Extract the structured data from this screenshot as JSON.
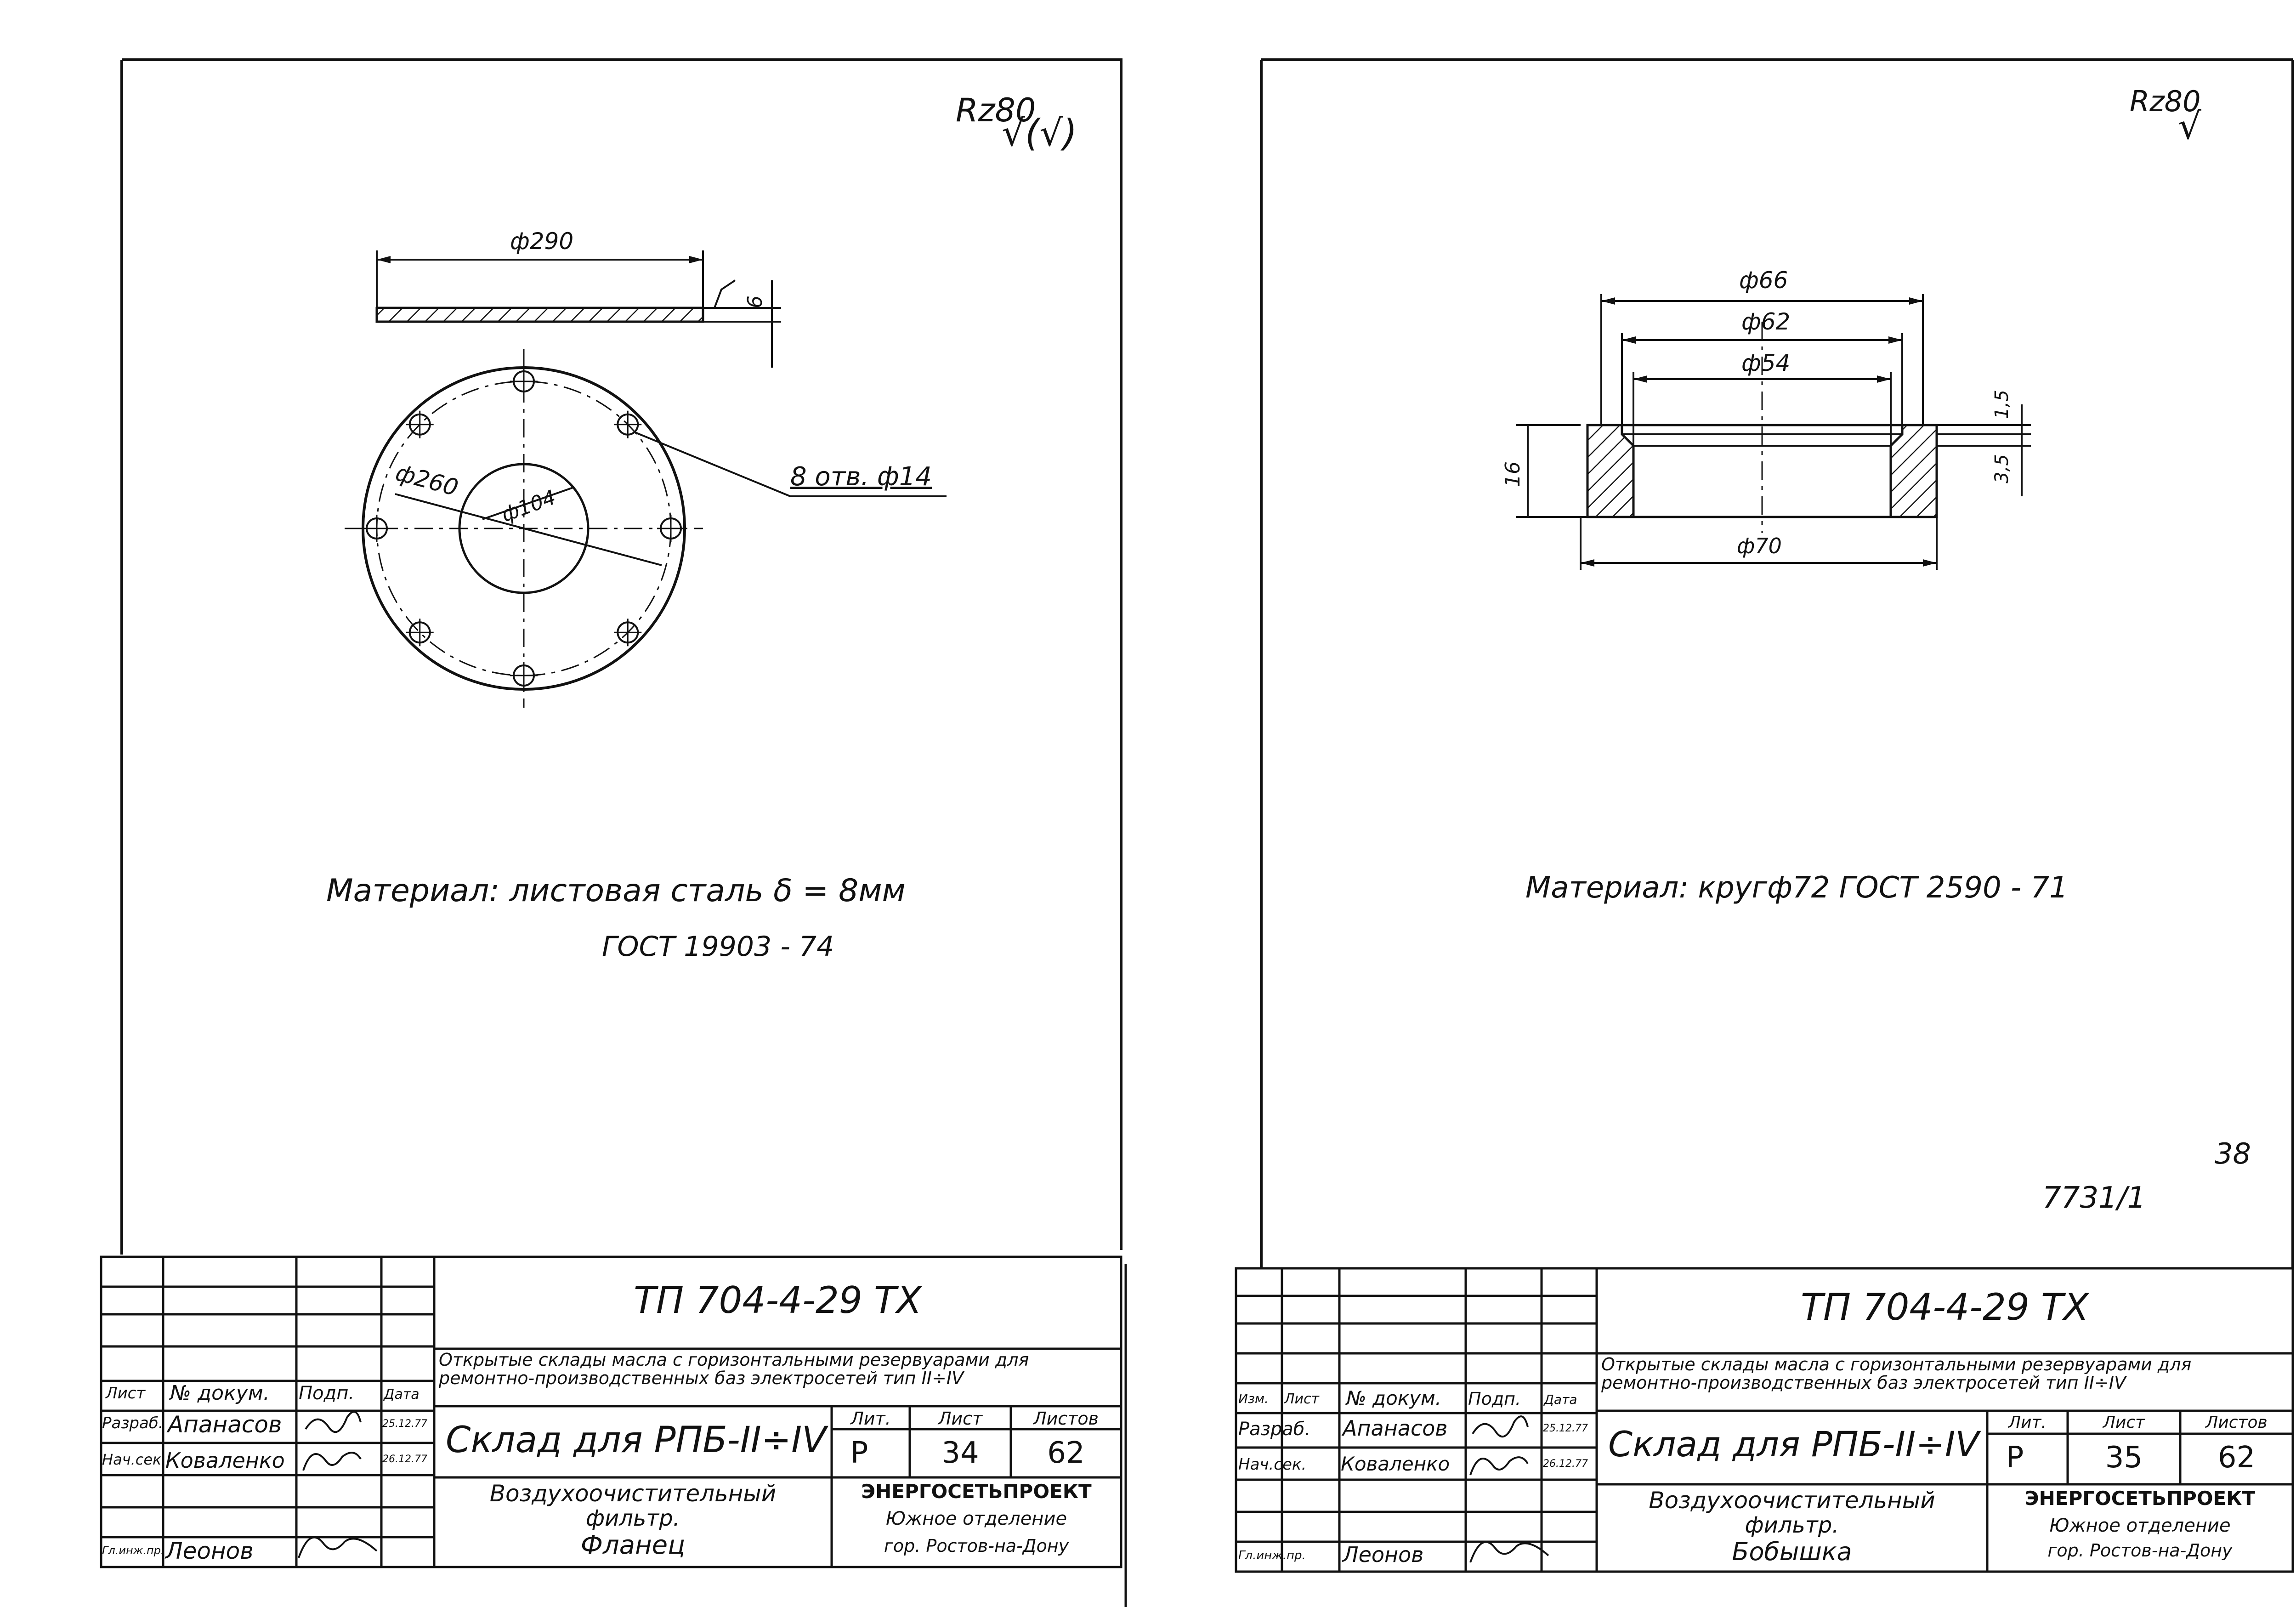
{
  "sheet1": {
    "roughness": "Rz80",
    "roughness_mark": "√(√)",
    "dim_outer": "ф290",
    "dim_thickness": "6",
    "dim_bolt_circle": "ф260",
    "dim_inner": "ф104",
    "holes_note": "8 отв. ф14",
    "material_line1": "Материал: листовая  сталь    δ = 8мм",
    "material_line2": "ГОСТ 19903 - 74",
    "code": "ТП 704-4-29  ТХ",
    "project_title": "Открытые склады масла с горизонтальными резервуарами для ремонтно-производственных баз электросетей  тип  II÷IV",
    "hdr_sheet": "Лист",
    "hdr_doc": "№ докум.",
    "hdr_sign": "Подп.",
    "hdr_date": "Дата",
    "row1_role": "Разраб.",
    "row1_name": "Апанасов",
    "row1_date": "25.12.77",
    "row2_role": "Нач.сек.",
    "row2_name": "Коваленко",
    "row2_date": "26.12.77",
    "row3_role": "Гл.инж.пр.",
    "row3_name": "Леонов",
    "object": "Склад для РПБ-II÷IV",
    "lit_label": "Лит.",
    "list_label": "Лист",
    "lists_label": "Листов",
    "lit_value": "Р",
    "list_value": "34",
    "lists_value": "62",
    "part_line1": "Воздухоочистительный",
    "part_line2": "фильтр.",
    "part_line3": "Фланец",
    "org_line1": "ЭНЕРГОСЕТЬПРОЕКТ",
    "org_line2": "Южное отделение",
    "org_line3": "гор. Ростов-на-Дону"
  },
  "sheet2": {
    "roughness": "Rz80",
    "roughness_mark": "√",
    "dim_66": "ф66",
    "dim_62": "ф62",
    "dim_54": "ф54",
    "dim_70": "ф70",
    "dim_16": "16",
    "dim_15": "1,5",
    "dim_35": "3,5",
    "material": "Материал: кругф72  ГОСТ 2590 - 71",
    "inventory": "7731/1",
    "page_number": "38",
    "code": "ТП 704-4-29  ТХ",
    "project_title": "Открытые склады масла с горизонтальными резервуарами для ремонтно-производственных баз электросетей  тип  II÷IV",
    "hdr_change": "Изм.",
    "hdr_sheet": "Лист",
    "hdr_doc": "№ докум.",
    "hdr_sign": "Подп.",
    "hdr_date": "Дата",
    "row1_role": "Разраб.",
    "row1_name": "Апанасов",
    "row1_date": "25.12.77",
    "row2_role": "Нач.сек.",
    "row2_name": "Коваленко",
    "row2_date": "26.12.77",
    "row3_role": "Гл.инж.пр.",
    "row3_name": "Леонов",
    "object": "Склад для РПБ-II÷IV",
    "lit_label": "Лит.",
    "list_label": "Лист",
    "lists_label": "Листов",
    "lit_value": "Р",
    "list_value": "35",
    "lists_value": "62",
    "part_line1": "Воздухоочистительный",
    "part_line2": "фильтр.",
    "part_line3": "Бобышка",
    "org_line1": "ЭНЕРГОСЕТЬПРОЕКТ",
    "org_line2": "Южное отделение",
    "org_line3": "гор. Ростов-на-Дону"
  }
}
